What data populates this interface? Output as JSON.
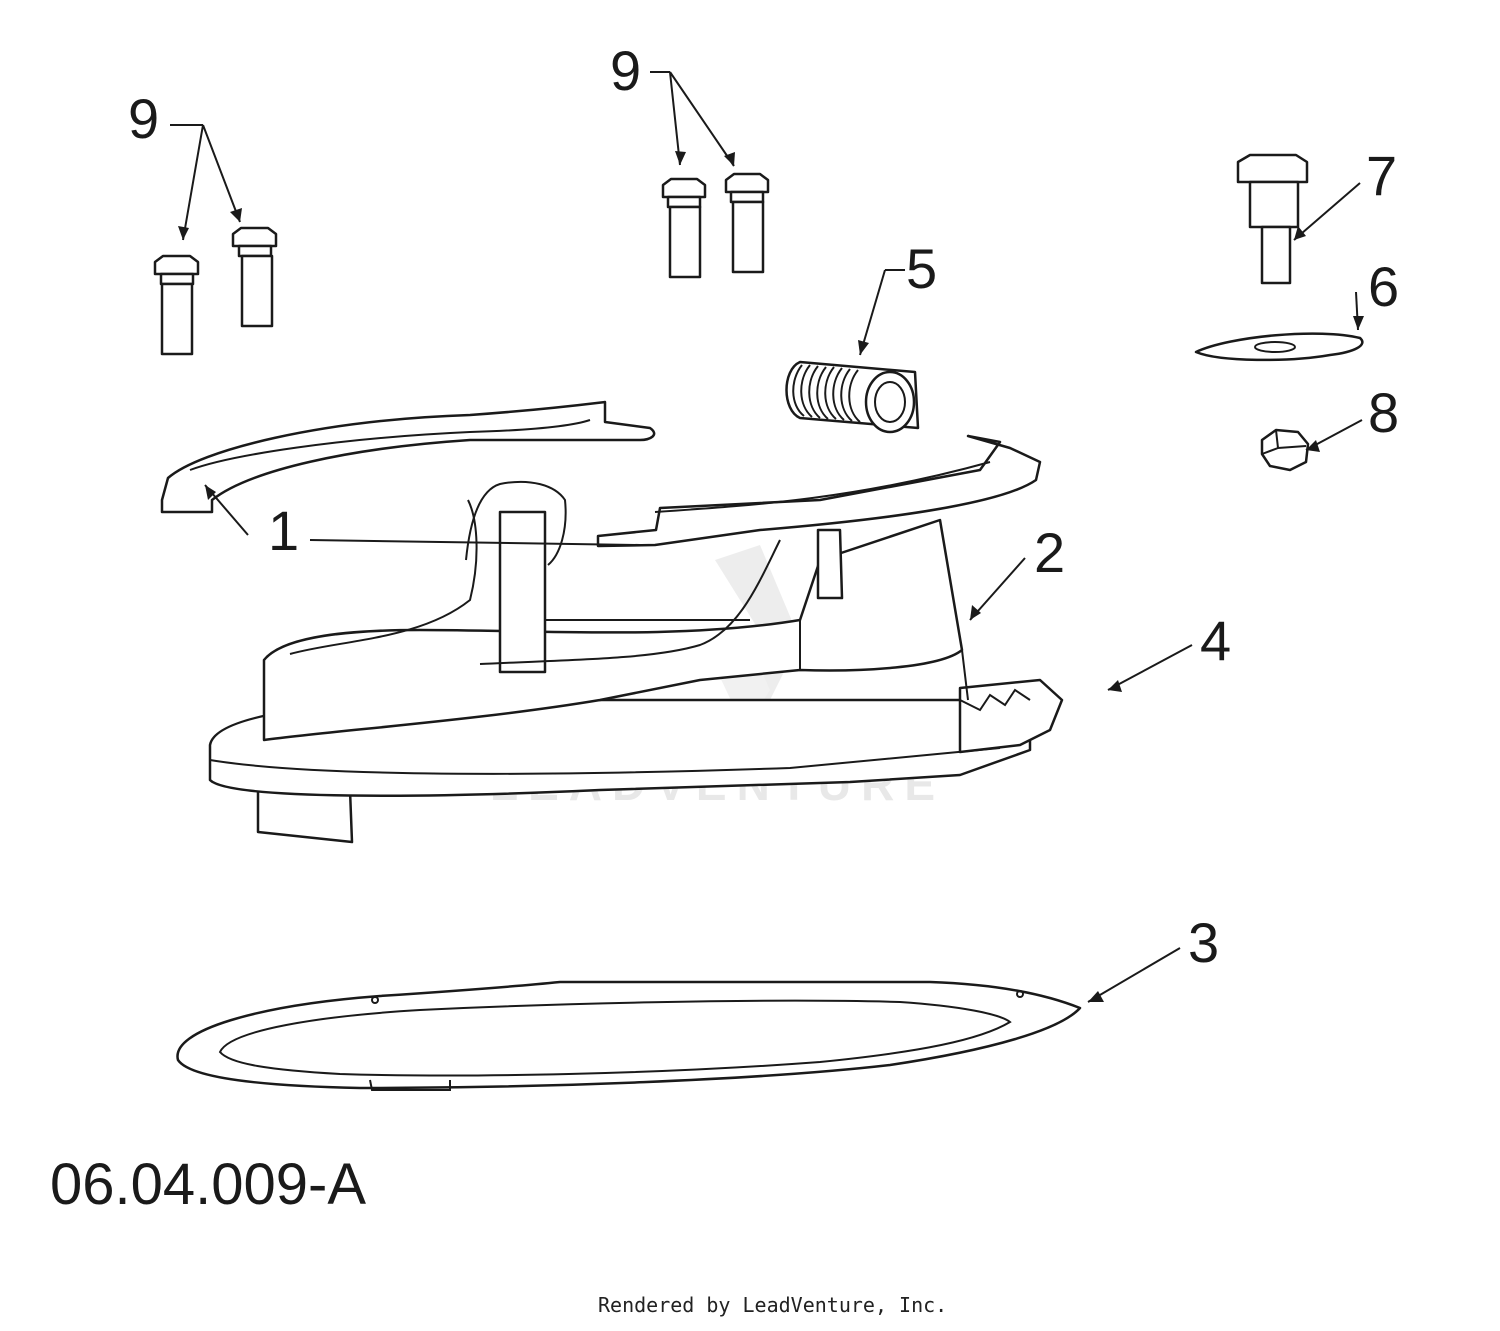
{
  "callouts": {
    "c1": "1",
    "c2": "2",
    "c3": "3",
    "c4": "4",
    "c5": "5",
    "c6": "6",
    "c7": "7",
    "c8": "8",
    "c9a": "9",
    "c9b": "9"
  },
  "figure_code": "06.04.009-A",
  "footer": "Rendered by LeadVenture, Inc.",
  "watermark": "LEADVENTURE"
}
